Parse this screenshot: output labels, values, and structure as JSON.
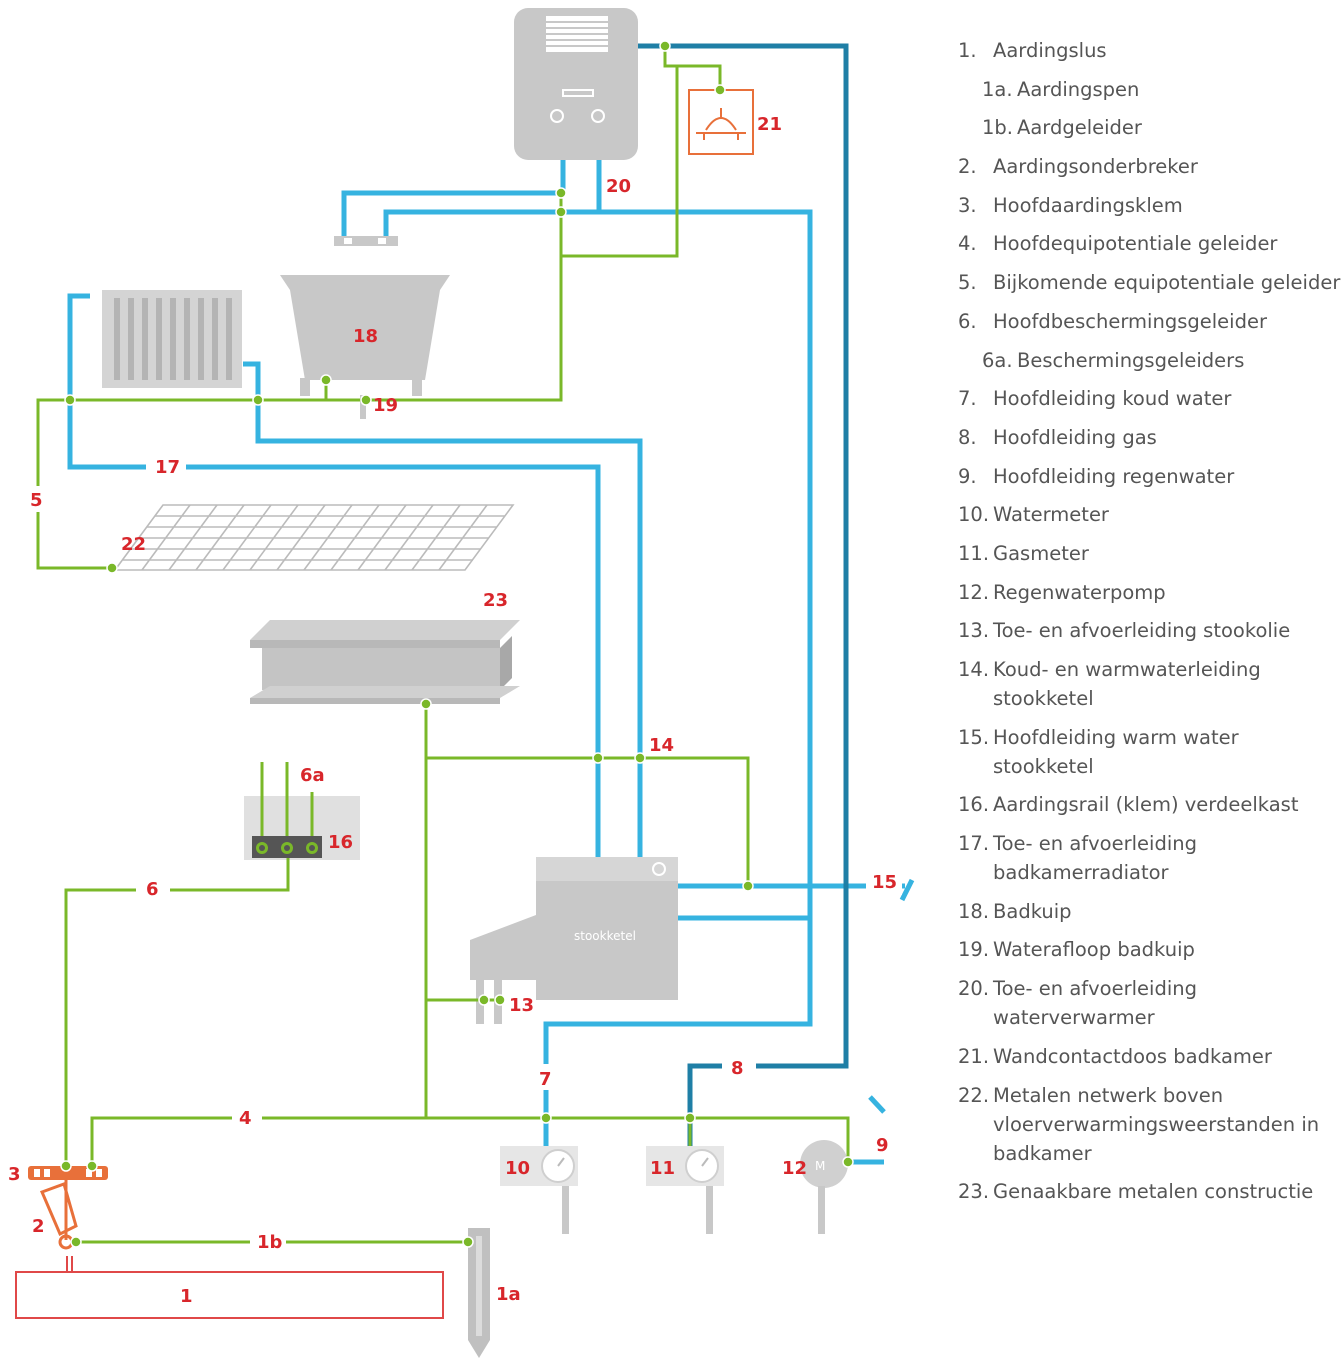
{
  "colors": {
    "green": "#7ab829",
    "blue": "#36b3e0",
    "darkblue": "#1f7fa6",
    "red_label": "#d8262b",
    "orange": "#e8703a",
    "grey": "#c8c8c8",
    "text": "#555555"
  },
  "diagram": {
    "labels": {
      "l1": "1",
      "l1a": "1a",
      "l1b": "1b",
      "l2": "2",
      "l3": "3",
      "l4": "4",
      "l5": "5",
      "l6": "6",
      "l6a": "6a",
      "l7": "7",
      "l8": "8",
      "l9": "9",
      "l10": "10",
      "l11": "11",
      "l12": "12",
      "l13": "13",
      "l14": "14",
      "l15": "15",
      "l16": "16",
      "l17": "17",
      "l18": "18",
      "l19": "19",
      "l20": "20",
      "l21": "21",
      "l22": "22",
      "l23": "23"
    },
    "boiler_text": "stookketel",
    "pump_text": "M"
  },
  "legend": [
    {
      "num": "1.",
      "text": "Aardingslus",
      "sub": false
    },
    {
      "num": "1a.",
      "text": "Aardingspen",
      "sub": true
    },
    {
      "num": "1b.",
      "text": "Aardgeleider",
      "sub": true
    },
    {
      "num": "2.",
      "text": "Aardingsonderbreker",
      "sub": false
    },
    {
      "num": "3.",
      "text": "Hoofdaardingsklem",
      "sub": false
    },
    {
      "num": "4.",
      "text": "Hoofdequipotentiale geleider",
      "sub": false
    },
    {
      "num": "5.",
      "text": "Bijkomende equipotentiale geleider",
      "sub": false
    },
    {
      "num": "6.",
      "text": "Hoofdbeschermingsgeleider",
      "sub": false
    },
    {
      "num": "6a.",
      "text": "Beschermingsgeleiders",
      "sub": true
    },
    {
      "num": "7.",
      "text": "Hoofdleiding koud water",
      "sub": false
    },
    {
      "num": "8.",
      "text": "Hoofdleiding gas",
      "sub": false
    },
    {
      "num": "9.",
      "text": "Hoofdleiding regenwater",
      "sub": false
    },
    {
      "num": "10.",
      "text": "Watermeter",
      "sub": false
    },
    {
      "num": "11.",
      "text": "Gasmeter",
      "sub": false
    },
    {
      "num": "12.",
      "text": "Regenwaterpomp",
      "sub": false
    },
    {
      "num": "13.",
      "text": "Toe- en afvoerleiding stookolie",
      "sub": false
    },
    {
      "num": "14.",
      "text": "Koud- en warmwaterleiding",
      "text2": "stookketel",
      "sub": false
    },
    {
      "num": "15.",
      "text": "Hoofdleiding warm water",
      "text2": "stookketel",
      "sub": false
    },
    {
      "num": "16.",
      "text": "Aardingsrail (klem) verdeelkast",
      "sub": false
    },
    {
      "num": "17.",
      "text": "Toe- en afvoerleiding",
      "text2": "badkamerradiator",
      "sub": false
    },
    {
      "num": "18.",
      "text": "Badkuip",
      "sub": false
    },
    {
      "num": "19.",
      "text": "Waterafloop badkuip",
      "sub": false
    },
    {
      "num": "20.",
      "text": "Toe- en afvoerleiding",
      "text2": "waterverwarmer",
      "sub": false
    },
    {
      "num": "21.",
      "text": "Wandcontactdoos badkamer",
      "sub": false
    },
    {
      "num": "22.",
      "text": "Metalen netwerk boven",
      "text2": "vloerverwarmingsweerstanden in",
      "text3": "badkamer",
      "sub": false
    },
    {
      "num": "23.",
      "text": "Genaakbare metalen constructie",
      "sub": false
    }
  ]
}
